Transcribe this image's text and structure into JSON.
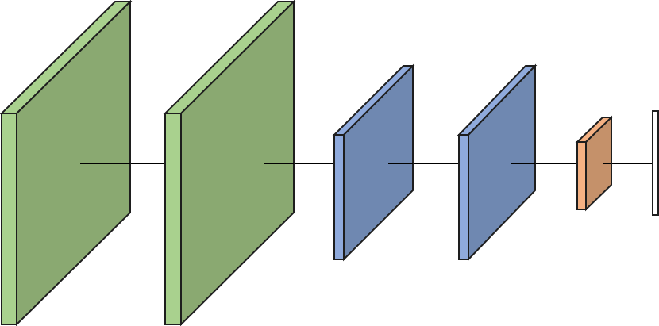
{
  "diagram": {
    "layers": [
      {
        "name": "layer-1",
        "color_front": "#a9d18e",
        "color_side": "#8aa971",
        "stroke": "#1e1e1e"
      },
      {
        "name": "layer-2",
        "color_front": "#a9d18e",
        "color_side": "#8aa971",
        "stroke": "#1e1e1e"
      },
      {
        "name": "layer-3",
        "color_front": "#8faadc",
        "color_side": "#6f88b1",
        "stroke": "#1e1e1e"
      },
      {
        "name": "layer-4",
        "color_front": "#8faadc",
        "color_side": "#6f88b1",
        "stroke": "#1e1e1e"
      },
      {
        "name": "layer-5",
        "color_front": "#f4b183",
        "color_side": "#c5916a",
        "stroke": "#1e1e1e"
      },
      {
        "name": "layer-6",
        "color_front": "#ffffff",
        "color_side": "#ffffff",
        "stroke": "#1e1e1e"
      }
    ],
    "connector_color": "#000000"
  }
}
